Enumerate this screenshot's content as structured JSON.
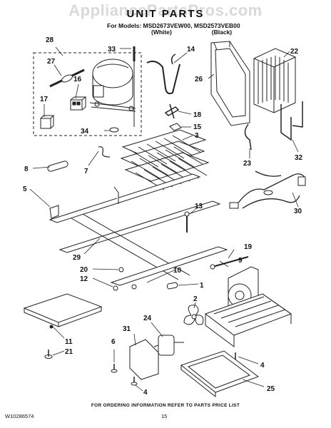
{
  "watermark": "AppliancePartsPros.com",
  "title": "UNIT PARTS",
  "models_line": "For Models: MSD2673VEW00, MSD2573VEB00",
  "variant_white": "(White)",
  "variant_black": "(Black)",
  "callouts": {
    "p1": "1",
    "p2": "2",
    "p3": "3",
    "p4a": "4",
    "p4b": "4",
    "p5": "5",
    "p6": "6",
    "p7": "7",
    "p8": "8",
    "p9": "9",
    "p10": "10",
    "p11": "11",
    "p12": "12",
    "p13": "13",
    "p14": "14",
    "p15": "15",
    "p16": "16",
    "p17": "17",
    "p18": "18",
    "p19": "19",
    "p20": "20",
    "p21": "21",
    "p22": "22",
    "p23": "23",
    "p24": "24",
    "p25": "25",
    "p26": "26",
    "p27": "27",
    "p28": "28",
    "p29": "29",
    "p30": "30",
    "p31": "31",
    "p32": "32",
    "p33": "33",
    "p34": "34"
  },
  "footer_note": "FOR ORDERING INFORMATION REFER TO PARTS PRICE LIST",
  "doc_number": "W10286574",
  "page_number": "15"
}
